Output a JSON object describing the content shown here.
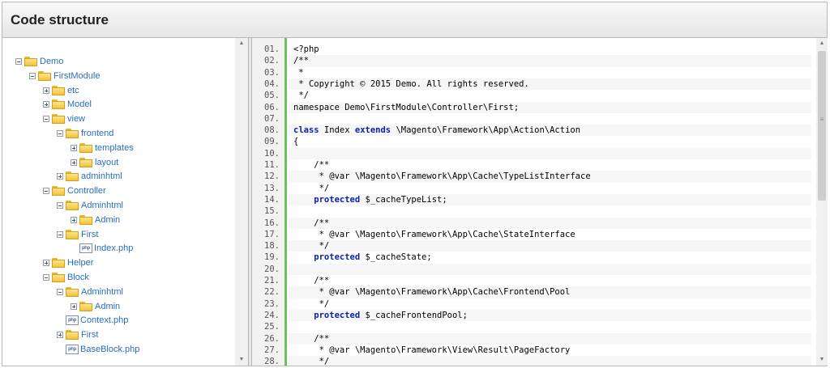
{
  "title": "Code structure",
  "tree": [
    {
      "label": "Demo",
      "type": "folder",
      "level": 0,
      "expanded": true
    },
    {
      "label": "FirstModule",
      "type": "folder",
      "level": 1,
      "expanded": true
    },
    {
      "label": "etc",
      "type": "folder",
      "level": 2,
      "expanded": false
    },
    {
      "label": "Model",
      "type": "folder",
      "level": 2,
      "expanded": false
    },
    {
      "label": "view",
      "type": "folder",
      "level": 2,
      "expanded": true
    },
    {
      "label": "frontend",
      "type": "folder",
      "level": 3,
      "expanded": true
    },
    {
      "label": "templates",
      "type": "folder",
      "level": 4,
      "expanded": false
    },
    {
      "label": "layout",
      "type": "folder",
      "level": 4,
      "expanded": false
    },
    {
      "label": "adminhtml",
      "type": "folder",
      "level": 3,
      "expanded": false
    },
    {
      "label": "Controller",
      "type": "folder",
      "level": 2,
      "expanded": true
    },
    {
      "label": "Adminhtml",
      "type": "folder",
      "level": 3,
      "expanded": true
    },
    {
      "label": "Admin",
      "type": "folder",
      "level": 4,
      "expanded": false
    },
    {
      "label": "First",
      "type": "folder",
      "level": 3,
      "expanded": true
    },
    {
      "label": "Index.php",
      "type": "file",
      "level": 4
    },
    {
      "label": "Helper",
      "type": "folder",
      "level": 2,
      "expanded": false
    },
    {
      "label": "Block",
      "type": "folder",
      "level": 2,
      "expanded": true
    },
    {
      "label": "Adminhtml",
      "type": "folder",
      "level": 3,
      "expanded": true
    },
    {
      "label": "Admin",
      "type": "folder",
      "level": 4,
      "expanded": false
    },
    {
      "label": "Context.php",
      "type": "file",
      "level": 3
    },
    {
      "label": "First",
      "type": "folder",
      "level": 3,
      "expanded": false
    },
    {
      "label": "BaseBlock.php",
      "type": "file",
      "level": 3
    }
  ],
  "file_icon_text": "php",
  "code_lines": [
    {
      "num": "01.",
      "text": "<?php",
      "cls": ""
    },
    {
      "num": "02.",
      "text": "/**",
      "cls": "cm"
    },
    {
      "num": "03.",
      "text": " *",
      "cls": "cm"
    },
    {
      "num": "04.",
      "text": " * Copyright © 2015 Demo. All rights reserved.",
      "cls": "cm"
    },
    {
      "num": "05.",
      "text": " */",
      "cls": "cm"
    },
    {
      "num": "06.",
      "text": "namespace Demo\\FirstModule\\Controller\\First;",
      "cls": ""
    },
    {
      "num": "07.",
      "text": "",
      "cls": ""
    },
    {
      "num": "08.",
      "text": "",
      "cls": "class-line",
      "kw": "class",
      "mid": " Index ",
      "kw2": "extends",
      "rest": " \\Magento\\Framework\\App\\Action\\Action"
    },
    {
      "num": "09.",
      "text": "{",
      "cls": ""
    },
    {
      "num": "10.",
      "text": "",
      "cls": ""
    },
    {
      "num": "11.",
      "text": "    /**",
      "cls": "cm"
    },
    {
      "num": "12.",
      "text": "     * @var \\Magento\\Framework\\App\\Cache\\TypeListInterface",
      "cls": "cm"
    },
    {
      "num": "13.",
      "text": "     */",
      "cls": "cm"
    },
    {
      "num": "14.",
      "text": "",
      "cls": "prop",
      "kw": "    protected",
      "rest": " $_cacheTypeList;"
    },
    {
      "num": "15.",
      "text": "",
      "cls": ""
    },
    {
      "num": "16.",
      "text": "    /**",
      "cls": "cm"
    },
    {
      "num": "17.",
      "text": "     * @var \\Magento\\Framework\\App\\Cache\\StateInterface",
      "cls": "cm"
    },
    {
      "num": "18.",
      "text": "     */",
      "cls": "cm"
    },
    {
      "num": "19.",
      "text": "",
      "cls": "prop",
      "kw": "    protected",
      "rest": " $_cacheState;"
    },
    {
      "num": "20.",
      "text": "",
      "cls": ""
    },
    {
      "num": "21.",
      "text": "    /**",
      "cls": "cm"
    },
    {
      "num": "22.",
      "text": "     * @var \\Magento\\Framework\\App\\Cache\\Frontend\\Pool",
      "cls": "cm"
    },
    {
      "num": "23.",
      "text": "     */",
      "cls": "cm"
    },
    {
      "num": "24.",
      "text": "",
      "cls": "prop",
      "kw": "    protected",
      "rest": " $_cacheFrontendPool;"
    },
    {
      "num": "25.",
      "text": "",
      "cls": ""
    },
    {
      "num": "26.",
      "text": "    /**",
      "cls": "cm"
    },
    {
      "num": "27.",
      "text": "     * @var \\Magento\\Framework\\View\\Result\\PageFactory",
      "cls": "cm"
    },
    {
      "num": "28.",
      "text": "     */",
      "cls": "cm"
    }
  ],
  "scroll_up_icon": "arrow-up",
  "scroll_down_icon": "arrow-down",
  "scroll_up_glyph": "▲",
  "scroll_down_glyph": "▼",
  "code_splitter_glyph": "≡"
}
